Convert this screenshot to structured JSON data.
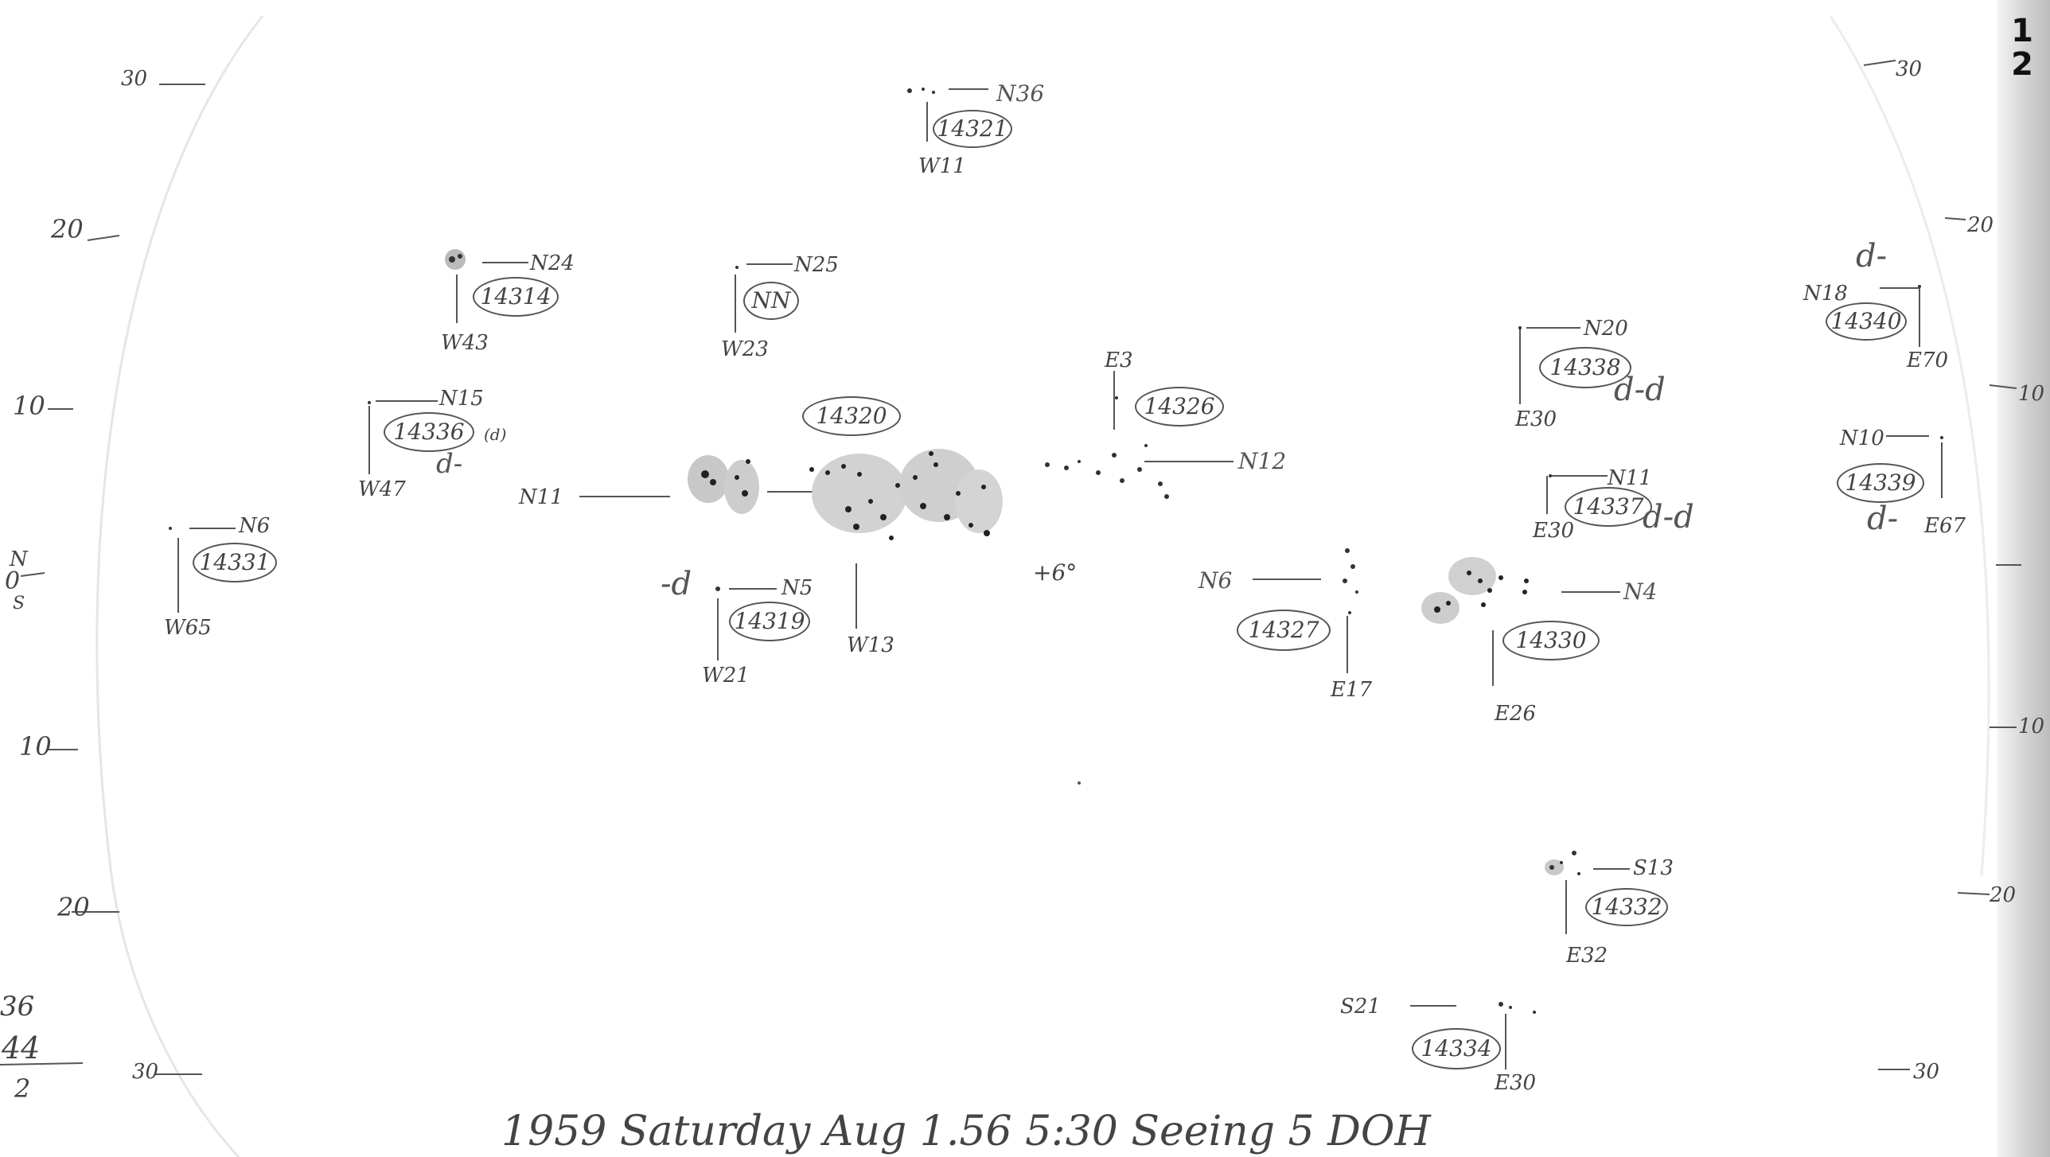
{
  "sheet_number": "1 2",
  "footer": "1959 Saturday Aug 1.56 5:30 Seeing 5 DOH",
  "left_scale": [
    "30",
    "20",
    "10",
    "N",
    "0",
    "S",
    "10",
    "20",
    "36",
    "44",
    "2",
    "30"
  ],
  "right_scale": [
    "30",
    "20",
    "10",
    "10",
    "20",
    "30"
  ],
  "groups": [
    {
      "number": "14321",
      "lat": "N36",
      "lon": "W11"
    },
    {
      "number": "14314",
      "lat": "N24",
      "lon": "W43"
    },
    {
      "number": "NN",
      "lat": "N25",
      "lon": "W23"
    },
    {
      "number": "14336",
      "lat": "N15",
      "lon": "W47",
      "type": "d-",
      "note": "(d)"
    },
    {
      "number": "14320",
      "lat": "N11",
      "lon": "W13"
    },
    {
      "number": "14331",
      "lat": "N6",
      "lon": "W65"
    },
    {
      "number": "14319",
      "lat": "N5",
      "lon": "W21",
      "type": "-d"
    },
    {
      "number": "14326",
      "lat": "N12",
      "lon": "E3"
    },
    {
      "number": "14327",
      "lat": "N6",
      "lon": "E17"
    },
    {
      "number": "14330",
      "lat": "N4",
      "lon": "E26"
    },
    {
      "number": "14338",
      "lat": "N20",
      "lon": "E30",
      "type": "d-d"
    },
    {
      "number": "14337",
      "lat": "N11",
      "lon": "E30",
      "type": "d-d"
    },
    {
      "number": "14340",
      "lat": "N18",
      "lon": "E70",
      "type": "d-"
    },
    {
      "number": "14339",
      "lat": "N10",
      "lon": "E67",
      "type": "d-"
    },
    {
      "number": "14332",
      "lat": "S13",
      "lon": "E32"
    },
    {
      "number": "14334",
      "lat": "S21",
      "lon": "E30"
    }
  ],
  "center_mark": "+6°"
}
